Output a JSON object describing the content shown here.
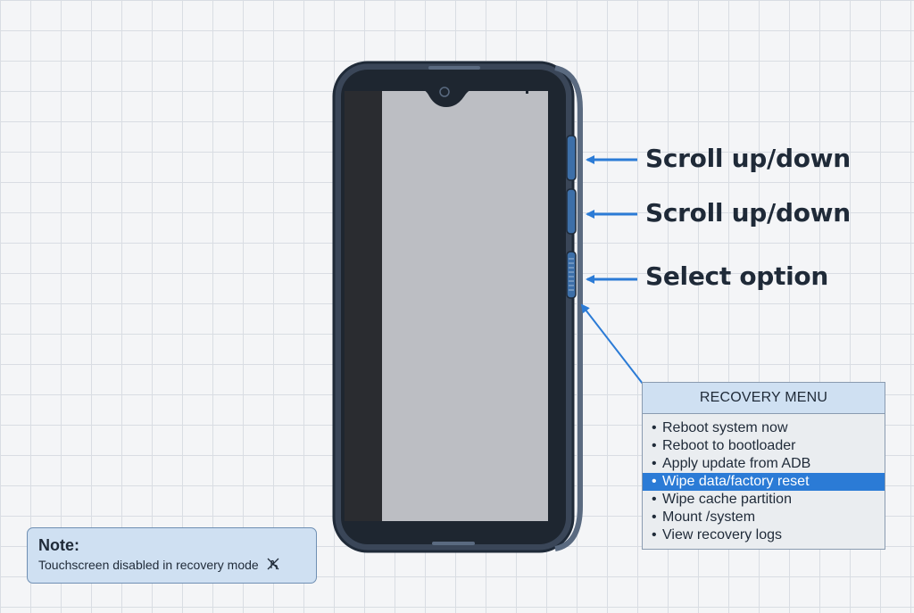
{
  "buttons": {
    "upper_label": "Scroll up/down",
    "lower_label": "Scroll up/down",
    "power_label": "Select option"
  },
  "recovery_menu": {
    "title": "RECOVERY MENU",
    "items": [
      {
        "label": "Reboot system now",
        "selected": false
      },
      {
        "label": "Reboot to bootloader",
        "selected": false
      },
      {
        "label": "Apply update from ADB",
        "selected": false
      },
      {
        "label": "Wipe data/factory reset",
        "selected": true
      },
      {
        "label": "Wipe cache partition",
        "selected": false
      },
      {
        "label": "Mount /system",
        "selected": false
      },
      {
        "label": "View recovery logs",
        "selected": false
      }
    ]
  },
  "note": {
    "title": "Note:",
    "text": "Touchscreen disabled in recovery mode",
    "icon": "touch-disabled-icon"
  },
  "colors": {
    "accent": "#2b7bd6",
    "phone_frame": "#3a4658",
    "screen": "#bcbec3",
    "header_fill": "#cfe0f2"
  }
}
